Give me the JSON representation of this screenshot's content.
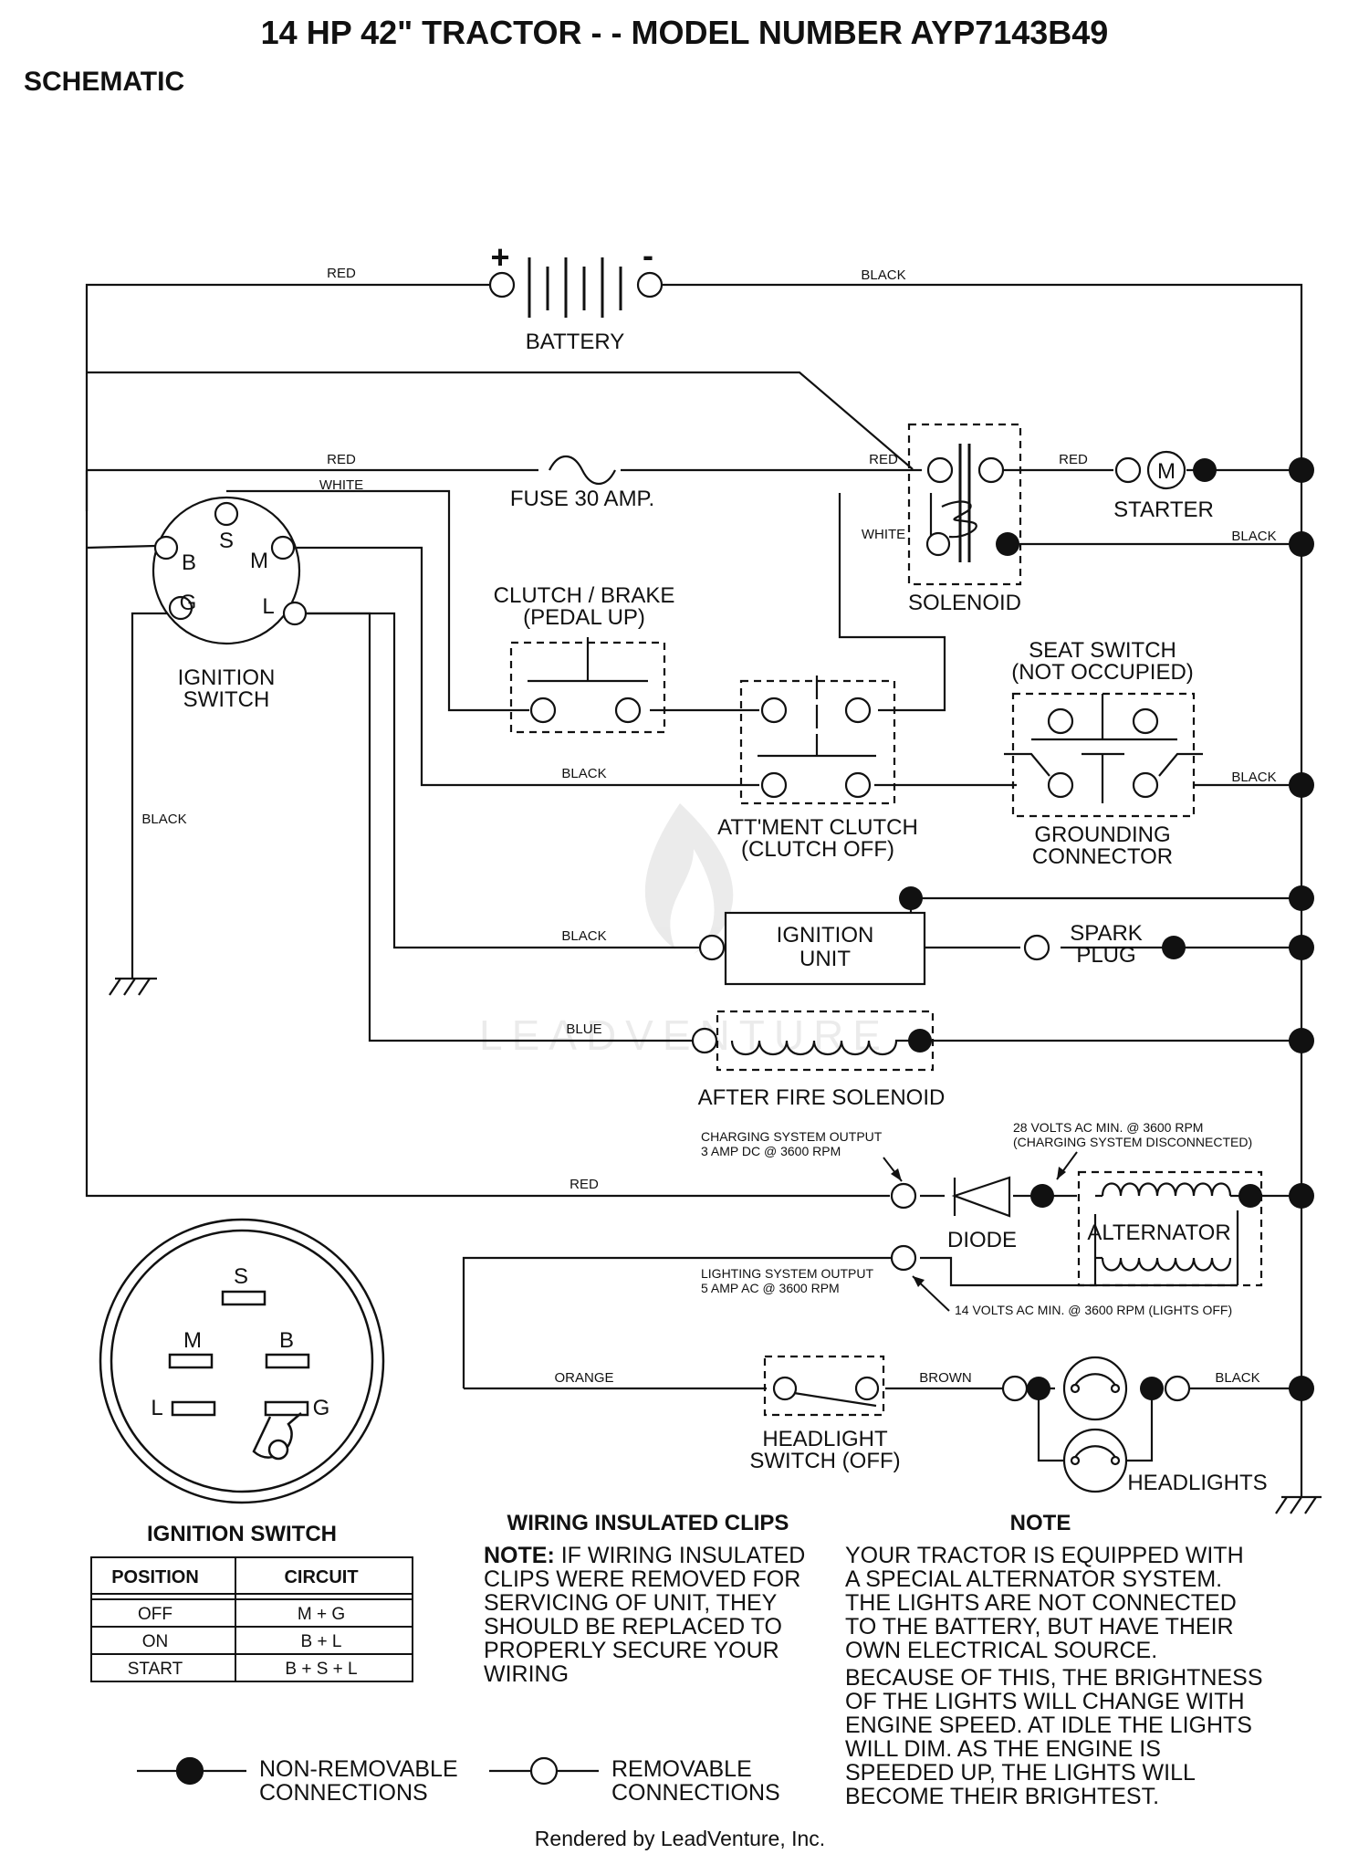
{
  "header": {
    "title": "14 HP 42\" TRACTOR - - MODEL NUMBER AYP7143B49",
    "subtitle": "SCHEMATIC"
  },
  "battery": {
    "label": "BATTERY",
    "plus": "+",
    "minus": "-"
  },
  "wires": {
    "red_top": "RED",
    "black_top": "BLACK",
    "red_fuse": "RED",
    "white_ign": "WHITE",
    "red_sol_in": "RED",
    "white_sol": "WHITE",
    "red_starter": "RED",
    "black_solenoid": "BLACK",
    "black_clutch": "BLACK",
    "black_seat": "BLACK",
    "black_left": "BLACK",
    "black_ign_unit": "BLACK",
    "blue_afs": "BLUE",
    "red_charge": "RED",
    "orange_head": "ORANGE",
    "brown_head": "BROWN",
    "black_head": "BLACK"
  },
  "components": {
    "fuse": "FUSE 30 AMP.",
    "starter": "STARTER",
    "starter_m": "M",
    "solenoid": "SOLENOID",
    "ignition_switch": [
      "IGNITION",
      "SWITCH"
    ],
    "ignition_pins": {
      "s": "S",
      "b": "B",
      "m": "M",
      "g": "G",
      "l": "L"
    },
    "clutch_brake": [
      "CLUTCH / BRAKE",
      "(PEDAL UP)"
    ],
    "seat_switch": [
      "SEAT SWITCH",
      "(NOT OCCUPIED)"
    ],
    "grounding_connector": [
      "GROUNDING",
      "CONNECTOR"
    ],
    "attment_clutch": [
      "ATT'MENT CLUTCH",
      "(CLUTCH OFF)"
    ],
    "ignition_unit": [
      "IGNITION",
      "UNIT"
    ],
    "spark_plug": [
      "SPARK",
      "PLUG"
    ],
    "after_fire_solenoid": "AFTER FIRE SOLENOID",
    "charging_output": [
      "CHARGING SYSTEM OUTPUT",
      "3 AMP DC @ 3600 RPM"
    ],
    "volts28": [
      "28 VOLTS AC MIN. @ 3600 RPM",
      "(CHARGING SYSTEM DISCONNECTED)"
    ],
    "diode": "DIODE",
    "alternator": "ALTERNATOR",
    "lighting_output": [
      "LIGHTING SYSTEM OUTPUT",
      "5 AMP AC @ 3600 RPM"
    ],
    "volts14": "14 VOLTS AC MIN. @ 3600 RPM (LIGHTS OFF)",
    "headlight_switch": [
      "HEADLIGHT",
      "SWITCH (OFF)"
    ],
    "headlights": "HEADLIGHTS"
  },
  "connector_face": {
    "s": "S",
    "m": "M",
    "b": "B",
    "l": "L",
    "g": "G"
  },
  "ignition_table": {
    "title": "IGNITION SWITCH",
    "headers": [
      "POSITION",
      "CIRCUIT"
    ],
    "rows": [
      [
        "OFF",
        "M + G"
      ],
      [
        "ON",
        "B + L"
      ],
      [
        "START",
        "B + S + L"
      ]
    ]
  },
  "clips": {
    "title": "WIRING INSULATED CLIPS",
    "lead": "NOTE:",
    "lines": [
      " IF WIRING INSULATED",
      "CLIPS WERE REMOVED FOR",
      "SERVICING OF UNIT, THEY",
      "SHOULD BE REPLACED TO",
      "PROPERLY SECURE YOUR",
      "WIRING"
    ]
  },
  "note": {
    "title": "NOTE",
    "lines": [
      "YOUR TRACTOR IS EQUIPPED WITH",
      "A SPECIAL ALTERNATOR SYSTEM.",
      "THE LIGHTS ARE NOT CONNECTED",
      "TO  THE BATTERY, BUT HAVE THEIR",
      "OWN ELECTRICAL SOURCE.",
      "BECAUSE OF THIS, THE BRIGHTNESS",
      "OF THE LIGHTS WILL CHANGE WITH",
      "ENGINE SPEED.  AT IDLE THE LIGHTS",
      "WILL DIM.  AS THE ENGINE IS",
      "SPEEDED UP, THE LIGHTS WILL",
      "BECOME THEIR BRIGHTEST."
    ]
  },
  "legend": {
    "non_removable": [
      "NON-REMOVABLE",
      "CONNECTIONS"
    ],
    "removable": [
      "REMOVABLE",
      "CONNECTIONS"
    ]
  },
  "footer": "Rendered by LeadVenture, Inc.",
  "watermark": "LEADVENTURE"
}
